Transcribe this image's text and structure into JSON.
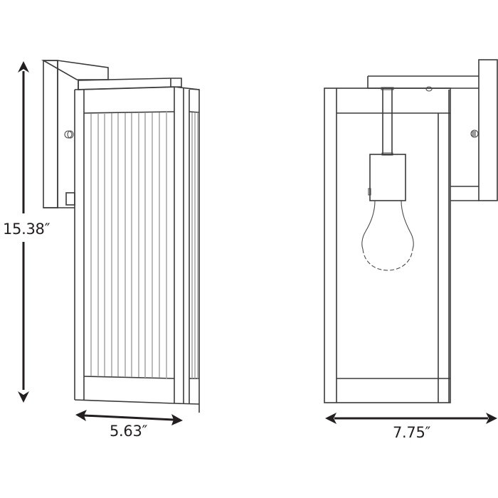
{
  "drawing": {
    "title": "Outdoor wall lantern dimension drawing",
    "views": [
      {
        "name": "front-perspective-view",
        "description": "Lantern with fluted/ribbed glass panels, wall backplate and mounting bracket"
      },
      {
        "name": "side-view",
        "description": "Side elevation showing backplate, arm, socket and A19 bulb outline"
      }
    ],
    "colors": {
      "line": "#3a3a3a",
      "rib": "#a9a9a9",
      "dimension": "#231f20",
      "background": "#ffffff"
    }
  },
  "dimensions": {
    "height": {
      "label": "15.38″",
      "value": 15.38,
      "unit": "in",
      "orientation": "vertical"
    },
    "front_width": {
      "label": "5.63″",
      "value": 5.63,
      "unit": "in",
      "orientation": "horizontal"
    },
    "extension": {
      "label": "7.75″",
      "value": 7.75,
      "unit": "in",
      "orientation": "horizontal"
    }
  },
  "icons": {
    "bulb": "light-bulb-outline",
    "screw": "mounting-screw"
  }
}
